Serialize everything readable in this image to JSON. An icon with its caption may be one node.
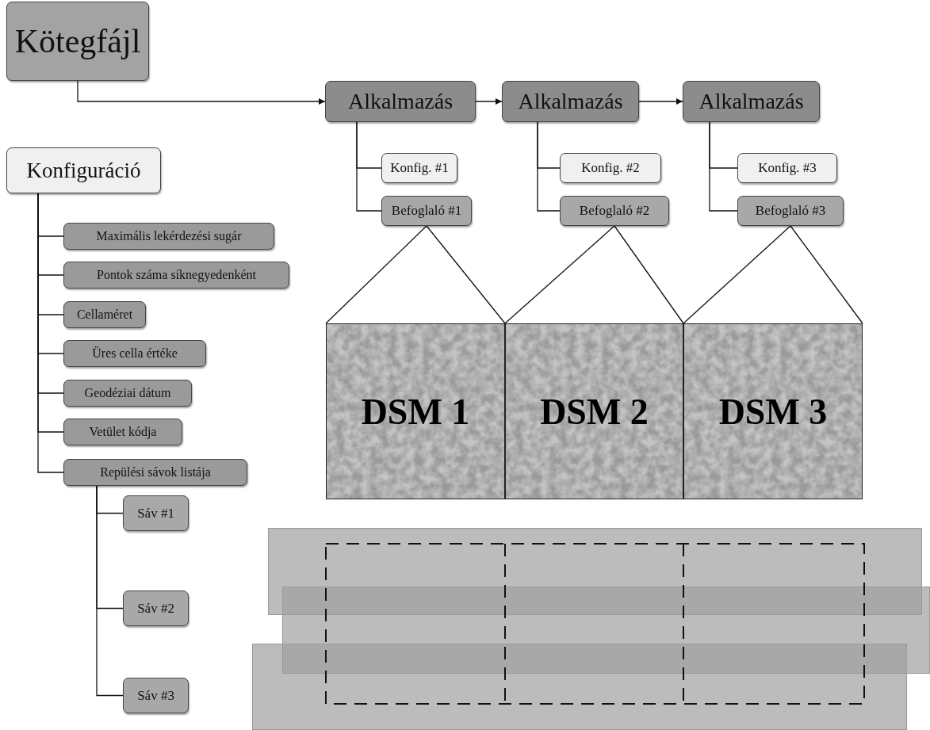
{
  "diagram": {
    "nodes": [
      {
        "text": [
          "Kötegfájl"
        ]
      },
      {
        "text": [
          "Alkalmazás"
        ]
      },
      {
        "text": [
          "Alkalmazás"
        ]
      },
      {
        "text": [
          "Alkalmazás"
        ]
      },
      {
        "text": [
          "Konfig. #1"
        ]
      },
      {
        "text": [
          "Befoglaló #1"
        ]
      },
      {
        "text": [
          "Konfig. #2"
        ]
      },
      {
        "text": [
          "Befoglaló #2"
        ]
      },
      {
        "text": [
          "Konfig. #3"
        ]
      },
      {
        "text": [
          "Befoglaló #3"
        ]
      },
      {
        "text": [
          "Konfiguráció"
        ]
      },
      {
        "text": [
          "Maximális lekérdezési sugár"
        ]
      },
      {
        "text": [
          "Pontok száma síknegyedenként"
        ]
      },
      {
        "text": [
          "Cellaméret"
        ]
      },
      {
        "text": [
          "Üres cella értéke"
        ]
      },
      {
        "text": [
          "Geodéziai dátum"
        ]
      },
      {
        "text": [
          "Vetület kódja"
        ]
      },
      {
        "text": [
          "Repülési sávok listája"
        ]
      },
      {
        "text": [
          "Sáv #1"
        ]
      },
      {
        "text": [
          "Sáv #2"
        ]
      },
      {
        "text": [
          "Sáv #3"
        ]
      },
      {
        "text": [
          "DSM 1"
        ]
      },
      {
        "text": [
          "DSM 2"
        ]
      },
      {
        "text": [
          "DSM 3"
        ]
      },
      {
        "text": [],
        "shape": "bar"
      },
      {
        "text": [],
        "shape": "bar"
      },
      {
        "text": [],
        "shape": "bar"
      }
    ],
    "edges": [
      {
        "from": 0,
        "to": 1,
        "arrow": "to"
      },
      {
        "from": 1,
        "to": 2,
        "arrow": "to"
      },
      {
        "from": 2,
        "to": 3,
        "arrow": "to"
      },
      {
        "from": 1,
        "to": 4,
        "arrow": "none"
      },
      {
        "from": 1,
        "to": 5,
        "arrow": "none"
      },
      {
        "from": 2,
        "to": 6,
        "arrow": "none"
      },
      {
        "from": 2,
        "to": 7,
        "arrow": "none"
      },
      {
        "from": 3,
        "to": 8,
        "arrow": "none"
      },
      {
        "from": 3,
        "to": 9,
        "arrow": "none"
      },
      {
        "from": 5,
        "to": 21,
        "arrow": "none"
      },
      {
        "from": 5,
        "to": 21,
        "arrow": "none"
      },
      {
        "from": 7,
        "to": 22,
        "arrow": "none"
      },
      {
        "from": 7,
        "to": 22,
        "arrow": "none"
      },
      {
        "from": 9,
        "to": 23,
        "arrow": "none"
      },
      {
        "from": 9,
        "to": 23,
        "arrow": "none"
      },
      {
        "from": 10,
        "to": 11,
        "arrow": "none"
      },
      {
        "from": 10,
        "to": 12,
        "arrow": "none"
      },
      {
        "from": 10,
        "to": 13,
        "arrow": "none"
      },
      {
        "from": 10,
        "to": 14,
        "arrow": "none"
      },
      {
        "from": 10,
        "to": 15,
        "arrow": "none"
      },
      {
        "from": 10,
        "to": 16,
        "arrow": "none"
      },
      {
        "from": 10,
        "to": 17,
        "arrow": "none"
      },
      {
        "from": 17,
        "to": 18,
        "arrow": "none"
      },
      {
        "from": 17,
        "to": 19,
        "arrow": "none"
      },
      {
        "from": 17,
        "to": 20,
        "arrow": "none"
      }
    ]
  }
}
